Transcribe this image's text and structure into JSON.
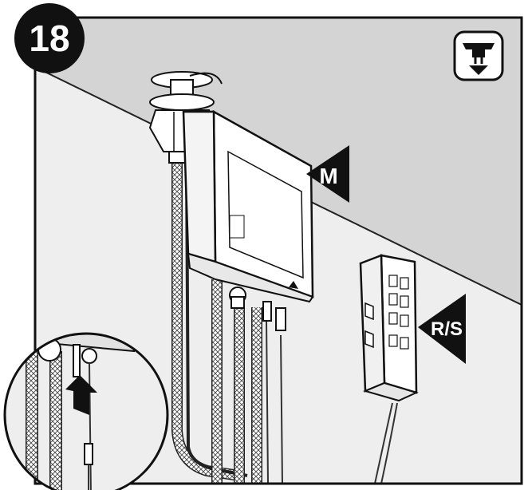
{
  "step": {
    "number": "18"
  },
  "icon": {
    "name": "under-cabinet-mount-icon"
  },
  "callouts": {
    "main_unit_label": "M",
    "remote_label": "R/S"
  },
  "colors": {
    "line": "#111111",
    "wall": "#eeeeee",
    "cabinet_underside": "#d8d8d8",
    "device": "#ffffff"
  }
}
